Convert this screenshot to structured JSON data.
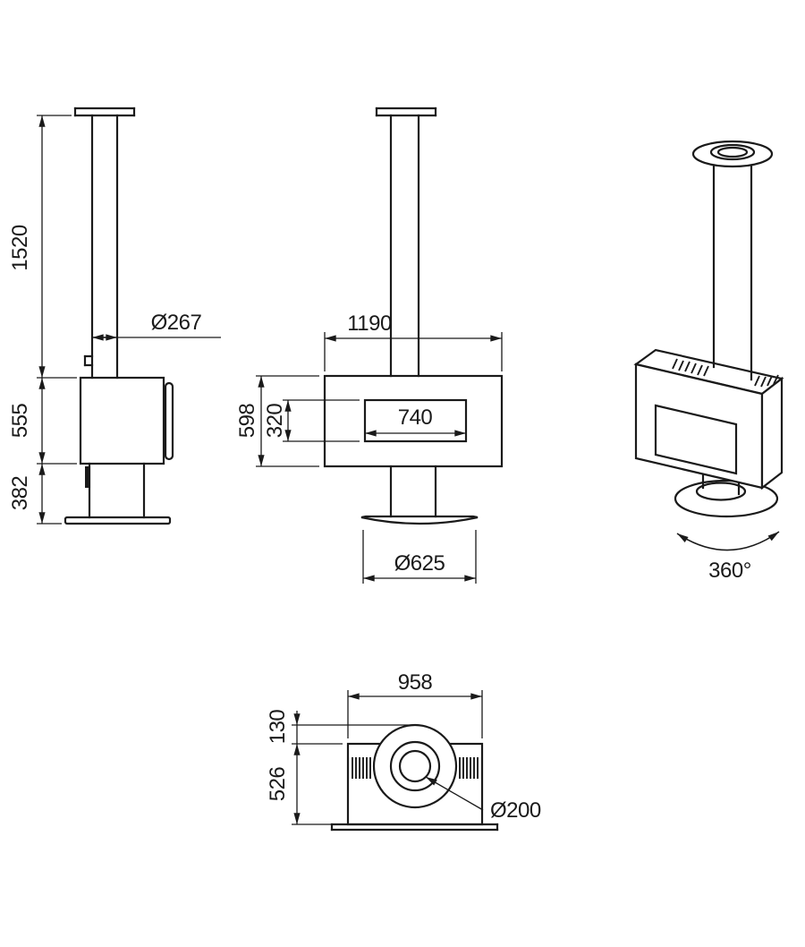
{
  "colors": {
    "line": "#1a1a1a",
    "background": "#ffffff"
  },
  "drawing": {
    "side_view": {
      "dims": {
        "pipe_height": "1520",
        "pipe_diameter": "Ø267",
        "body_height": "555",
        "pedestal_height": "382"
      }
    },
    "front_view": {
      "dims": {
        "body_width": "1190",
        "body_height": "598",
        "window_height": "320",
        "window_width": "740",
        "base_diameter": "Ø625"
      }
    },
    "perspective_view": {
      "rotation": "360°"
    },
    "top_view": {
      "dims": {
        "body_width": "958",
        "collar_overhang": "130",
        "body_depth": "526",
        "flue_diameter": "Ø200"
      }
    }
  }
}
